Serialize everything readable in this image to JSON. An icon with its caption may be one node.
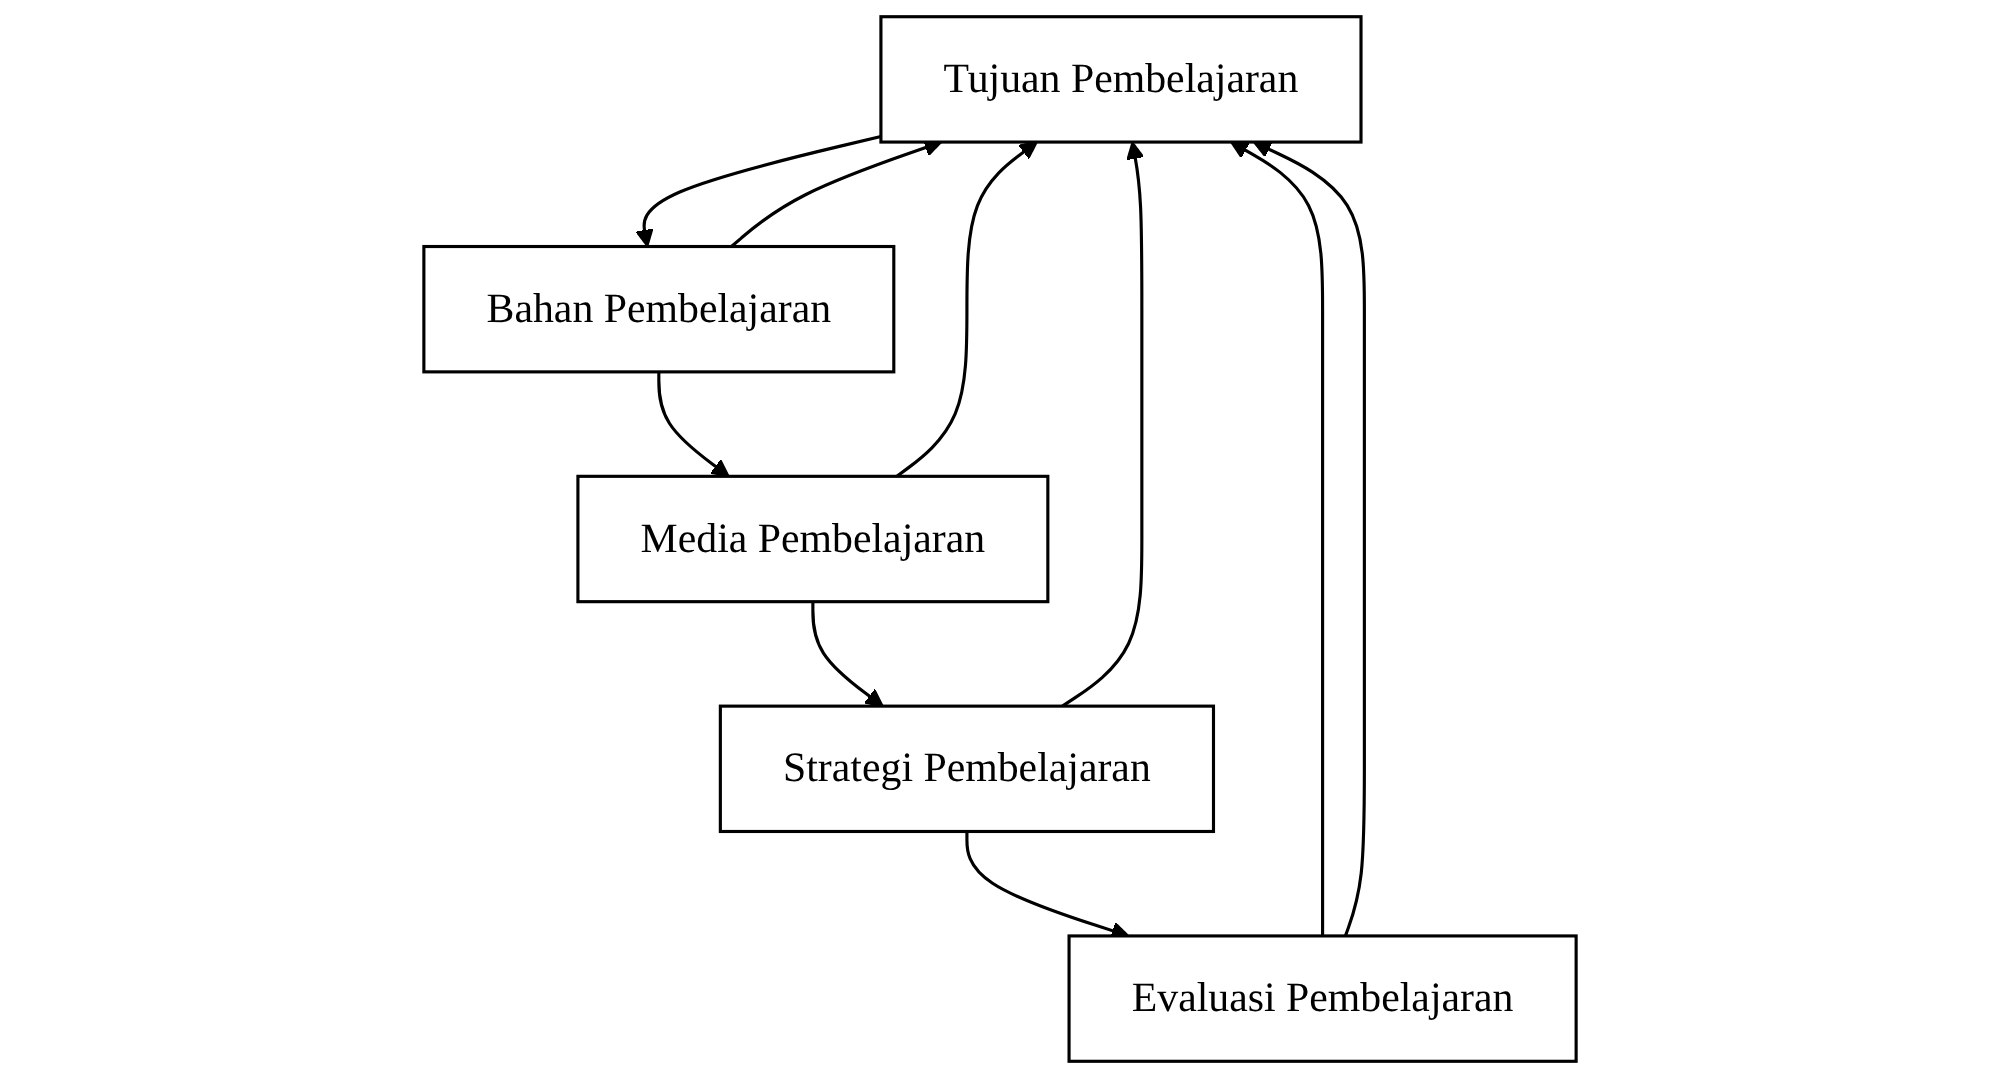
{
  "diagram": {
    "nodes": [
      {
        "text": [
          "Tujuan Pembelajaran"
        ]
      },
      {
        "text": [
          "Bahan Pembelajaran"
        ]
      },
      {
        "text": [
          "Media Pembelajaran"
        ]
      },
      {
        "text": [
          "Strategi Pembelajaran"
        ]
      },
      {
        "text": [
          "Evaluasi Pembelajaran"
        ]
      }
    ],
    "edges": [
      {
        "from": 0,
        "to": 1,
        "arrow": "to"
      },
      {
        "from": 1,
        "to": 2,
        "arrow": "to"
      },
      {
        "from": 2,
        "to": 3,
        "arrow": "to"
      },
      {
        "from": 3,
        "to": 4,
        "arrow": "to"
      },
      {
        "from": 4,
        "to": 0,
        "arrow": "to"
      },
      {
        "from": 4,
        "to": 0,
        "arrow": "to"
      },
      {
        "from": 3,
        "to": 0,
        "arrow": "to"
      },
      {
        "from": 2,
        "to": 0,
        "arrow": "to"
      },
      {
        "from": 1,
        "to": 0,
        "arrow": "to"
      }
    ]
  }
}
